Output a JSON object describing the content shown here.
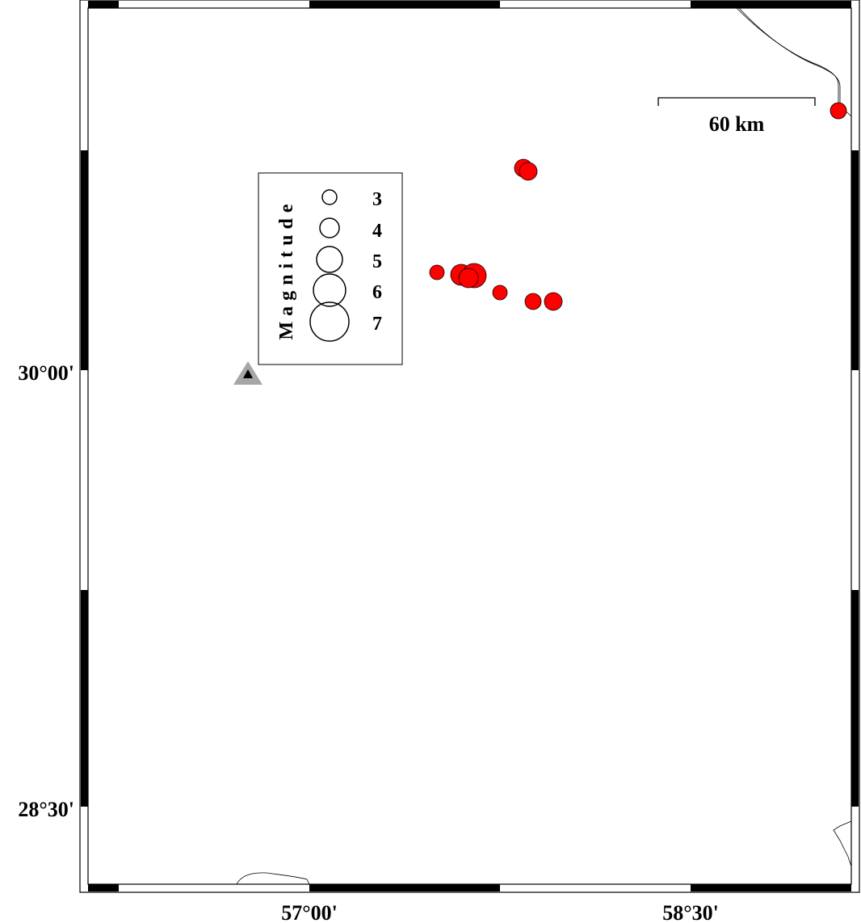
{
  "map": {
    "lon_labels": [
      "57°00'",
      "58°30'"
    ],
    "lat_labels": [
      "30°00'",
      "28°30'"
    ],
    "scale_bar": {
      "label": "60 km"
    },
    "legend": {
      "title": "Magnitude",
      "entries": [
        "3",
        "4",
        "5",
        "6",
        "7"
      ]
    },
    "station": {
      "type": "seismic station",
      "symbol": "triangle"
    },
    "colors": {
      "event_fill": "#ff0000",
      "station_outer": "#a6a6a6",
      "station_inner": "#000000",
      "frame": "#000000",
      "coastline": "#000000"
    }
  }
}
